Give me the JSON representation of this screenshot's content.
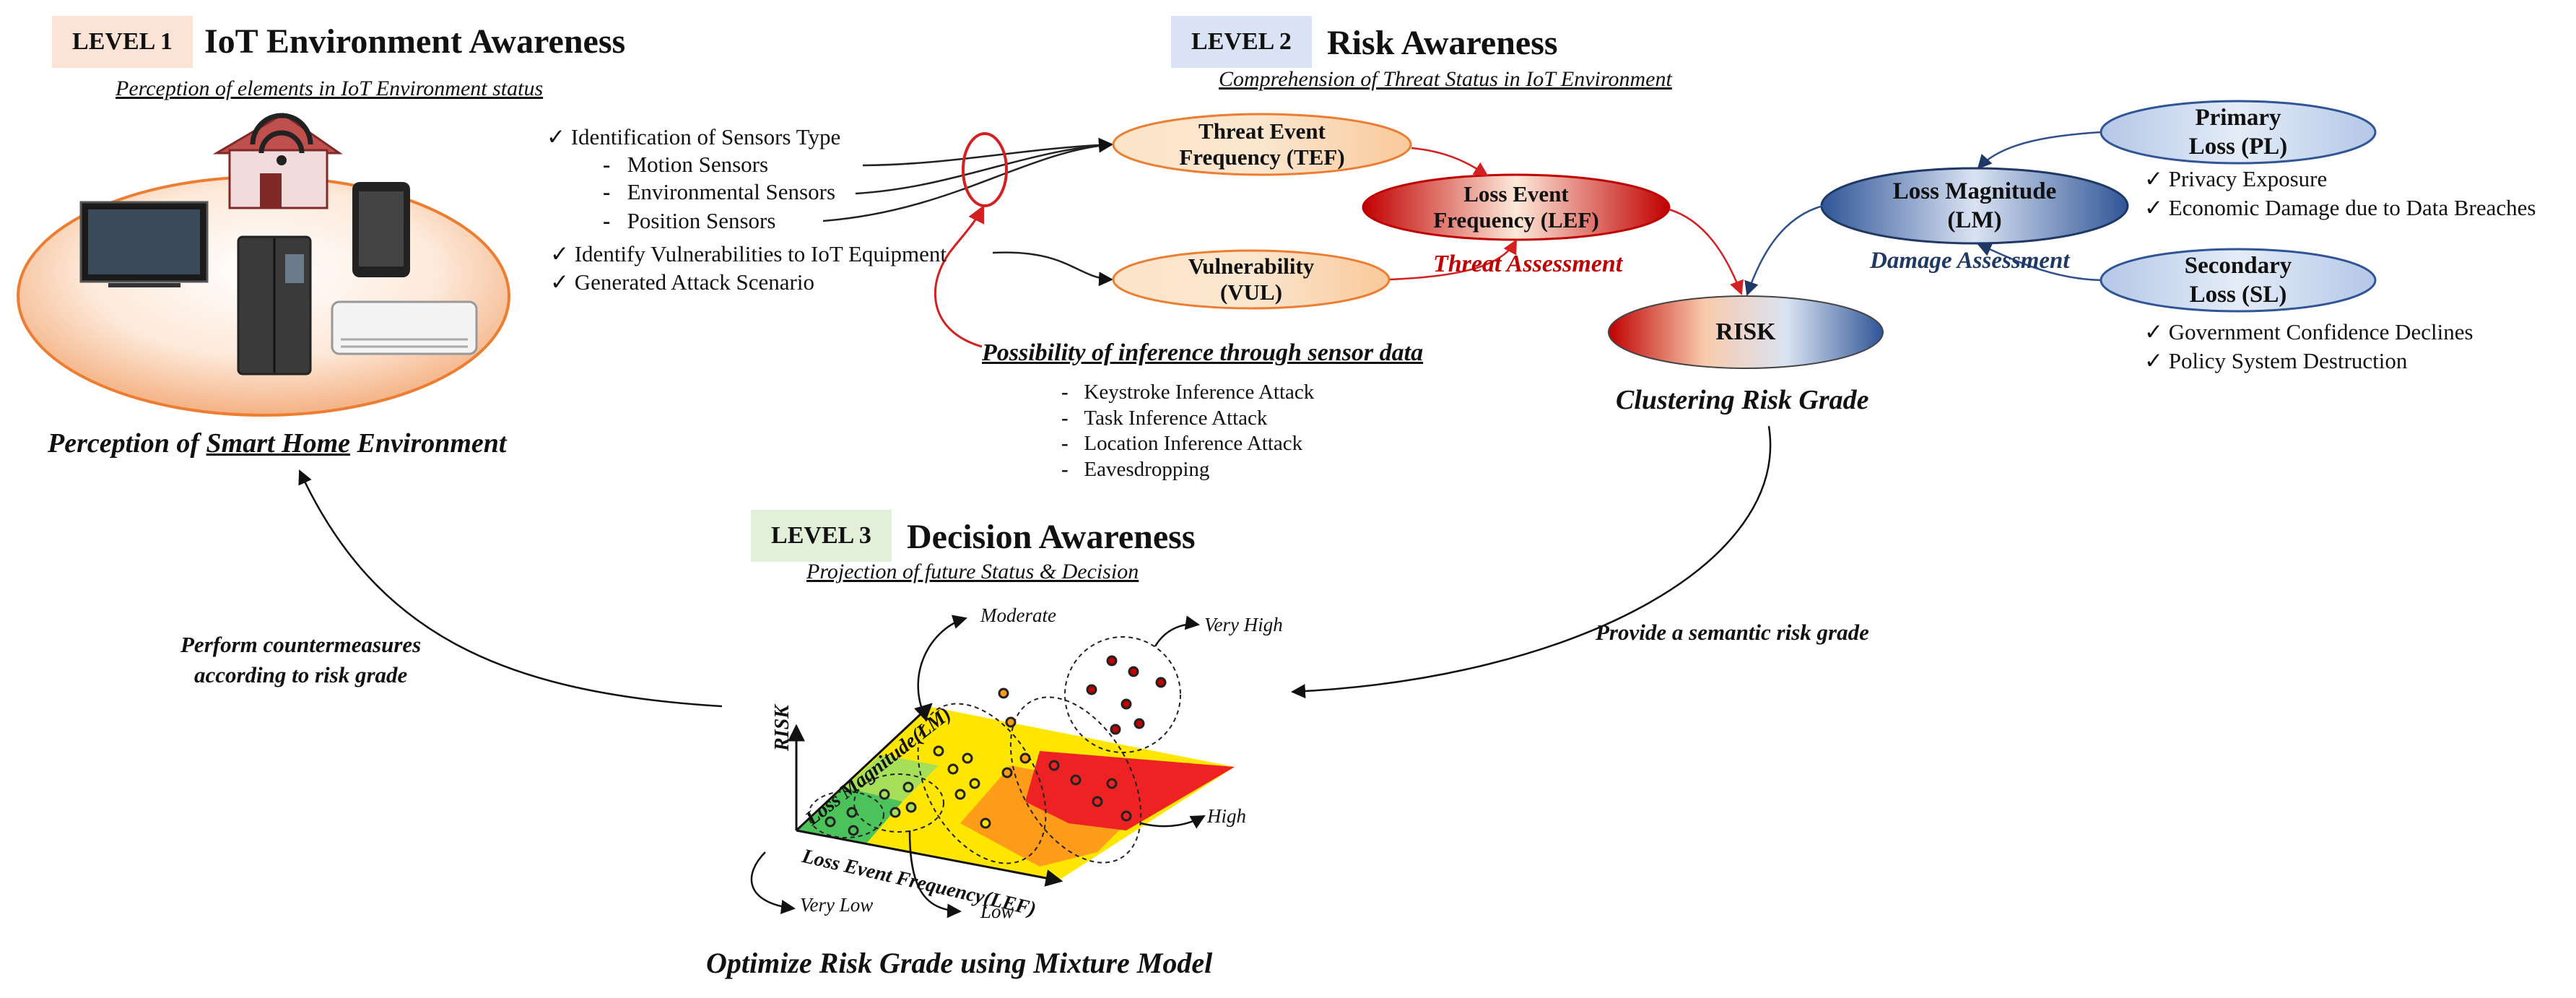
{
  "level1": {
    "badge": "LEVEL 1",
    "title": "IoT Environment Awareness",
    "subtitle": "Perception of elements in IoT Environment status",
    "caption_prefix": "Perception of ",
    "caption_em": "Smart Home",
    "caption_suffix": " Environment"
  },
  "sensor_list": {
    "item1": "Identification of Sensors Type",
    "sub1": "Motion Sensors",
    "sub2": "Environmental Sensors",
    "sub3": "Position Sensors",
    "item2": "Identify Vulnerabilities to IoT Equipment",
    "item3": "Generated Attack Scenario"
  },
  "level2": {
    "badge": "LEVEL 2",
    "title": "Risk Awareness",
    "subtitle": "Comprehension of Threat Status in IoT Environment"
  },
  "nodes": {
    "tef_line1": "Threat Event",
    "tef_line2": "Frequency (TEF)",
    "vul_line1": "Vulnerability",
    "vul_line2": "(VUL)",
    "lef_line1": "Loss Event",
    "lef_line2": "Frequency (LEF)",
    "risk": "RISK",
    "lm_line1": "Loss Magnitude",
    "lm_line2": "(LM)",
    "pl_line1": "Primary",
    "pl_line2": "Loss (PL)",
    "sl_line1": "Secondary",
    "sl_line2": "Loss (SL)"
  },
  "threat_assessment": "Threat Assessment",
  "damage_assessment": "Damage Assessment",
  "clustering_caption": "Clustering Risk Grade",
  "inference": {
    "title": "Possibility of inference through sensor data",
    "items": [
      "Keystroke Inference Attack",
      "Task Inference Attack",
      "Location Inference Attack",
      "Eavesdropping"
    ]
  },
  "primary_loss_items": [
    "Privacy Exposure",
    "Economic Damage due to Data Breaches"
  ],
  "secondary_loss_items": [
    "Government Confidence Declines",
    "Policy System Destruction"
  ],
  "level3": {
    "badge": "LEVEL 3",
    "title": "Decision Awareness",
    "subtitle": "Projection of future Status & Decision",
    "caption": "Optimize Risk Grade using Mixture Model"
  },
  "feedback": {
    "left_line1": "Perform countermeasures",
    "left_line2": "according to risk grade",
    "right": "Provide a semantic risk grade"
  },
  "plot": {
    "y_axis": "RISK",
    "lm_axis": "Loss Magnitude(LM)",
    "lef_axis": "Loss Event Frequency(LEF)",
    "grades": {
      "very_low": "Very Low",
      "low": "Low",
      "moderate": "Moderate",
      "high": "High",
      "very_high": "Very High"
    }
  },
  "colors": {
    "badge1": "#fbe4d5",
    "badge2": "#dae3f3",
    "badge3": "#e2f0d9",
    "red_arrow": "#d42020",
    "threat_text": "#c00000",
    "damage_text": "#1f3864",
    "blue_arrow": "#2f4f8f"
  }
}
